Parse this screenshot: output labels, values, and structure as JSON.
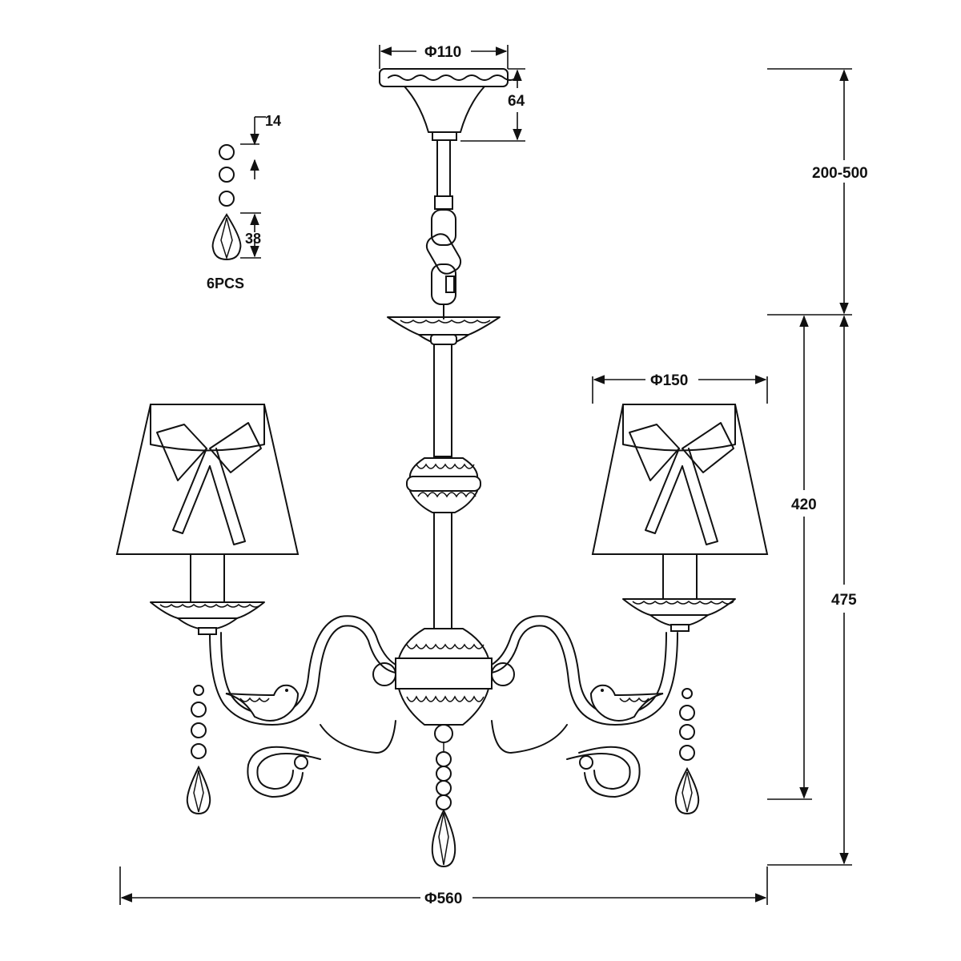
{
  "dimensions": {
    "canopy_diameter": "Φ110",
    "canopy_height": "64",
    "chain_length": "200-500",
    "body_height": "420",
    "total_height": "475",
    "shade_diameter": "Φ150",
    "overall_diameter": "Φ560"
  },
  "crystal": {
    "bead_size": "14",
    "drop_length": "38",
    "quantity": "6PCS"
  }
}
